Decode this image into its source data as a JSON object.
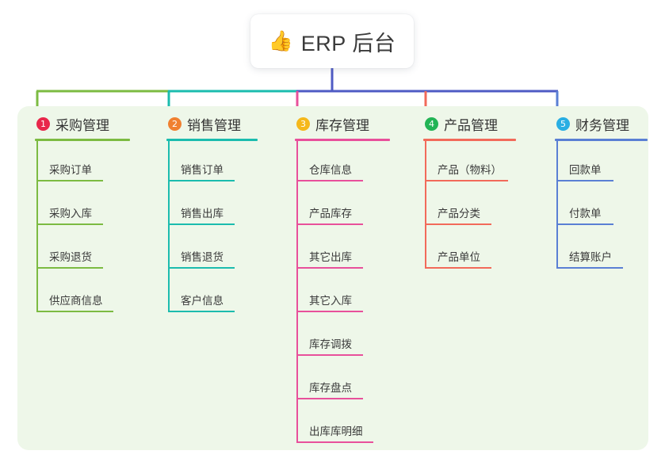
{
  "root": {
    "icon": "thumbs-up-icon",
    "icon_glyph": "👍",
    "title": "ERP 后台"
  },
  "theme": {
    "page_bg": "#ffffff",
    "panel_bg": "#eef7e9",
    "root_stem": "#4f5bc4",
    "text": "#333333"
  },
  "columns": [
    {
      "index": "1",
      "badge_color": "#e8274b",
      "accent": "#7cbb42",
      "title": "采购管理",
      "head_rule_width": 120,
      "items": [
        {
          "label": "采购订单",
          "rule_width": 84
        },
        {
          "label": "采购入库",
          "rule_width": 84
        },
        {
          "label": "采购退货",
          "rule_width": 84
        },
        {
          "label": "供应商信息",
          "rule_width": 97
        }
      ]
    },
    {
      "index": "2",
      "badge_color": "#f08030",
      "accent": "#1bbcae",
      "title": "销售管理",
      "head_rule_width": 115,
      "items": [
        {
          "label": "销售订单",
          "rule_width": 84
        },
        {
          "label": "销售出库",
          "rule_width": 84
        },
        {
          "label": "销售退货",
          "rule_width": 84
        },
        {
          "label": "客户信息",
          "rule_width": 84
        }
      ]
    },
    {
      "index": "3",
      "badge_color": "#f5b81c",
      "accent": "#e8509b",
      "title": "库存管理",
      "head_rule_width": 120,
      "items": [
        {
          "label": "仓库信息",
          "rule_width": 84
        },
        {
          "label": "产品库存",
          "rule_width": 84
        },
        {
          "label": "其它出库",
          "rule_width": 84
        },
        {
          "label": "其它入库",
          "rule_width": 84
        },
        {
          "label": "库存调拨",
          "rule_width": 84
        },
        {
          "label": "库存盘点",
          "rule_width": 84
        },
        {
          "label": "出库库明细",
          "rule_width": 97
        }
      ]
    },
    {
      "index": "4",
      "badge_color": "#22b455",
      "accent": "#f26a5a",
      "title": "产品管理",
      "head_rule_width": 117,
      "items": [
        {
          "label": "产品（物料）",
          "rule_width": 105
        },
        {
          "label": "产品分类",
          "rule_width": 84
        },
        {
          "label": "产品单位",
          "rule_width": 84
        }
      ]
    },
    {
      "index": "5",
      "badge_color": "#29aee3",
      "accent": "#5a7fd4",
      "title": "财务管理",
      "head_rule_width": 117,
      "items": [
        {
          "label": "回款单",
          "rule_width": 72
        },
        {
          "label": "付款单",
          "rule_width": 72
        },
        {
          "label": "结算账户",
          "rule_width": 84
        }
      ]
    }
  ]
}
